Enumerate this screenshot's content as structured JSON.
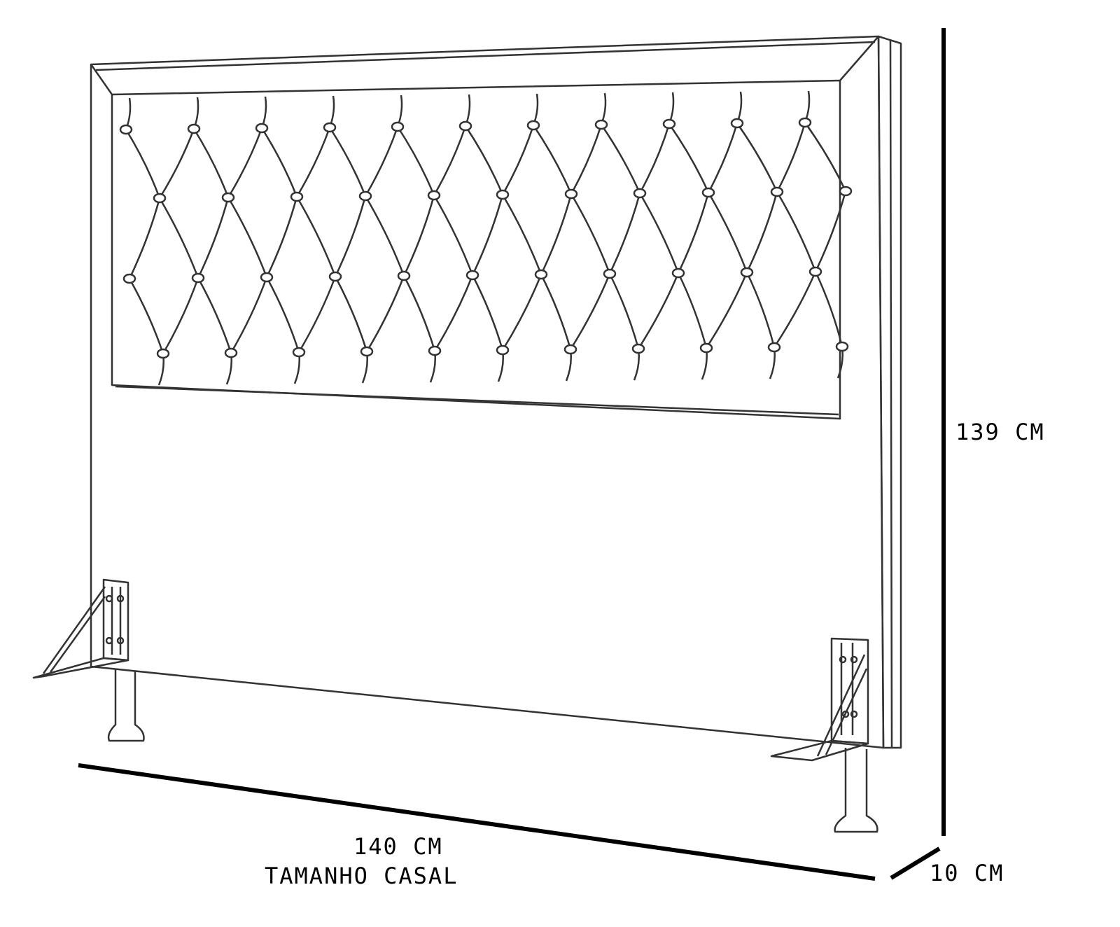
{
  "colors": {
    "line": "#000000",
    "background": "#ffffff",
    "drawing": "#333333"
  },
  "dimensions": {
    "height_label": "139 CM",
    "width_label": "140 CM",
    "size_label": "TAMANHO CASAL",
    "depth_label": "10 CM"
  },
  "tufting": {
    "rows": 4,
    "columns": 11
  }
}
